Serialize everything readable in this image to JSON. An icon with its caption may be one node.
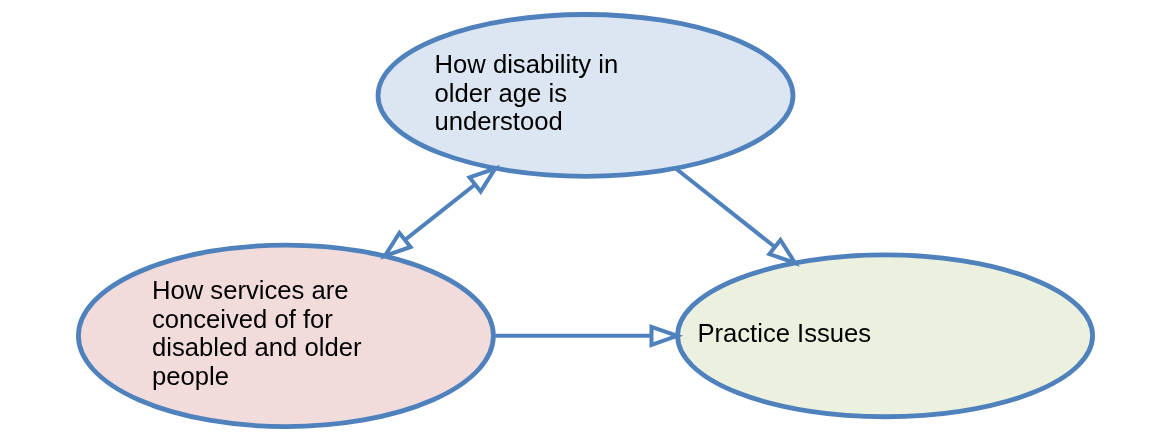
{
  "diagram": {
    "nodes": [
      {
        "text": [
          "How disability in older age is understood"
        ]
      },
      {
        "text": [
          "How services are conceived of for disabled and older people"
        ]
      },
      {
        "text": [
          "Practice Issues"
        ]
      }
    ],
    "edges": [
      {
        "from": 0,
        "to": 1,
        "arrow": "both"
      },
      {
        "from": 0,
        "to": 2,
        "arrow": "to"
      },
      {
        "from": 1,
        "to": 2,
        "arrow": "to"
      }
    ]
  }
}
